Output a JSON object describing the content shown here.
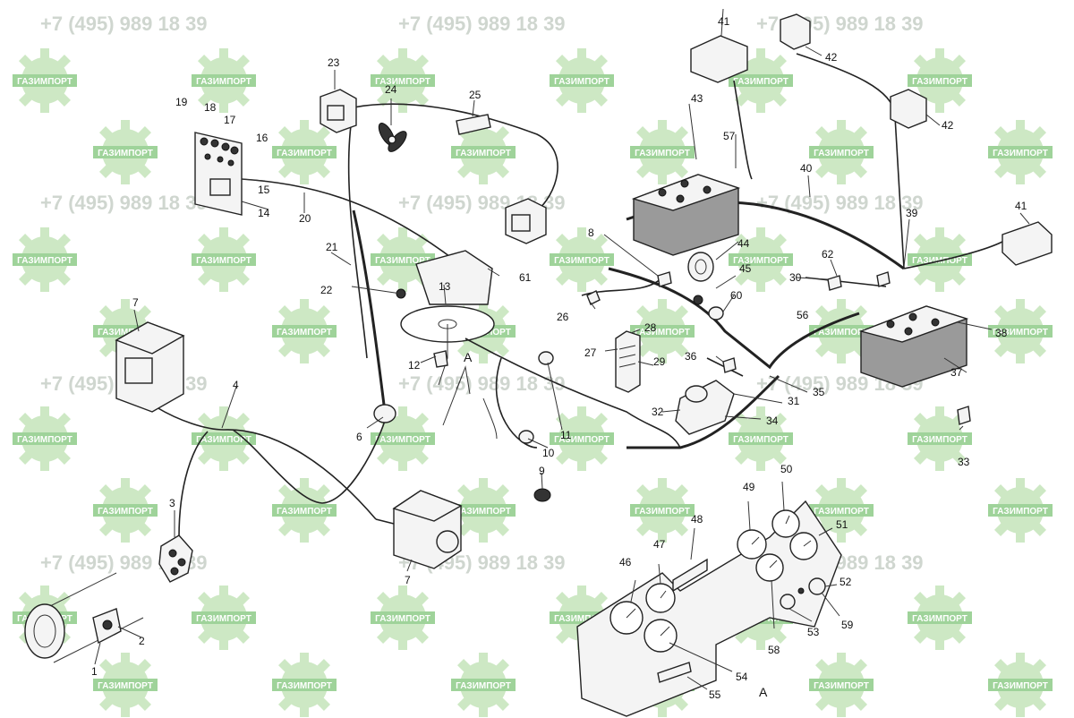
{
  "watermark": {
    "phone": "+7 (495) 989 18 39",
    "brand": "ГАЗИМПОРТ",
    "color": "#c8e6c0"
  },
  "labels": {
    "n1": "1",
    "n2": "2",
    "n3": "3",
    "n4": "4",
    "n6": "6",
    "n7a": "7",
    "n7b": "7",
    "n8": "8",
    "n9": "9",
    "n10": "10",
    "n11": "11",
    "n12": "12",
    "n13": "13",
    "n14": "14",
    "n15": "15",
    "n16": "16",
    "n17": "17",
    "n18": "18",
    "n19": "19",
    "n20": "20",
    "n21": "21",
    "n22": "22",
    "n23": "23",
    "n24": "24",
    "n25": "25",
    "n26": "26",
    "n27": "27",
    "n28": "28",
    "n29": "29",
    "n30": "30",
    "n31": "31",
    "n32": "32",
    "n33": "33",
    "n34": "34",
    "n35": "35",
    "n36": "36",
    "n37": "37",
    "n38": "38",
    "n39": "39",
    "n40": "40",
    "n41a": "41",
    "n41b": "41",
    "n42a": "42",
    "n42b": "42",
    "n43": "43",
    "n44": "44",
    "n45": "45",
    "n46": "46",
    "n47": "47",
    "n48": "48",
    "n49": "49",
    "n50": "50",
    "n51": "51",
    "n52": "52",
    "n53": "53",
    "n54": "54",
    "n55": "55",
    "n56": "56",
    "n57": "57",
    "n58": "58",
    "n59": "59",
    "n60": "60",
    "n61": "61",
    "n62": "62",
    "viewA1": "A",
    "viewA2": "A"
  }
}
